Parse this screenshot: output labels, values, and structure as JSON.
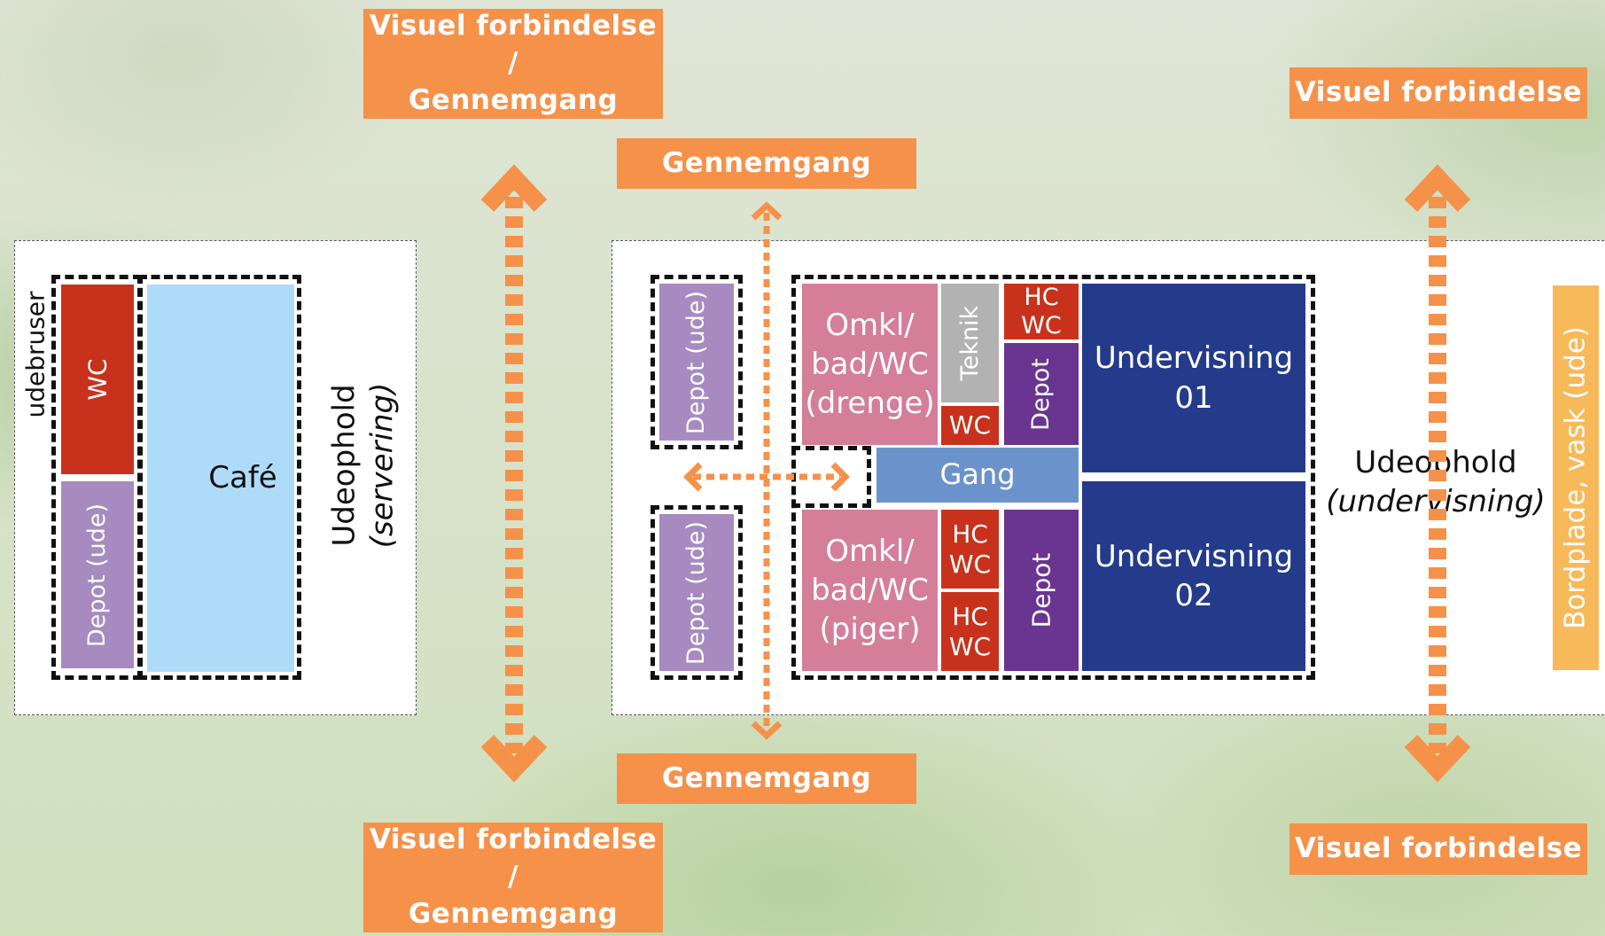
{
  "colors": {
    "orange": "#f6914a",
    "wc_red": "#c8321c",
    "depot_light": "#a78ac0",
    "depot_dark": "#6a3591",
    "omkl_pink": "#d47e9a",
    "teknik_gray": "#b2b2b2",
    "undervisning_blue": "#243b8b",
    "gang_blue": "#6a93cc",
    "cafe_blue": "#aedcf8",
    "bordplade_yellow": "#f8b95a"
  },
  "labels": {
    "top_left": "Visuel forbindelse /\nGennemgang",
    "bottom_left": "Visuel forbindelse /\nGennemgang",
    "top_middle": "Gennemgang",
    "bottom_middle": "Gennemgang",
    "top_right": "Visuel forbindelse",
    "bottom_right": "Visuel forbindelse"
  },
  "left_zone": {
    "udebruser": "udebruser",
    "wc": "WC",
    "depot": "Depot (ude)",
    "cafe": "Café",
    "udeophold": "Udeophold",
    "servering": "(servering)"
  },
  "right_zone": {
    "depot_top": "Depot (ude)",
    "depot_bottom": "Depot (ude)",
    "omkl_drenge": "Omkl/\nbad/WC\n(drenge)",
    "teknik": "Teknik",
    "wc_small": "WC",
    "hc_wc_top": "HC\nWC",
    "depot_mid": "Depot",
    "undervisning_01": "Undervisning\n01",
    "gang": "Gang",
    "omkl_piger": "Omkl/\nbad/WC\n(piger)",
    "hc_wc_a": "HC\nWC",
    "hc_wc_b": "HC\nWC",
    "depot_low": "Depot",
    "undervisning_02": "Undervisning\n02",
    "udeophold": "Udeophold",
    "undervisning_paren": "(undervisning)",
    "bordplade": "Bordplade, vask (ude)"
  }
}
